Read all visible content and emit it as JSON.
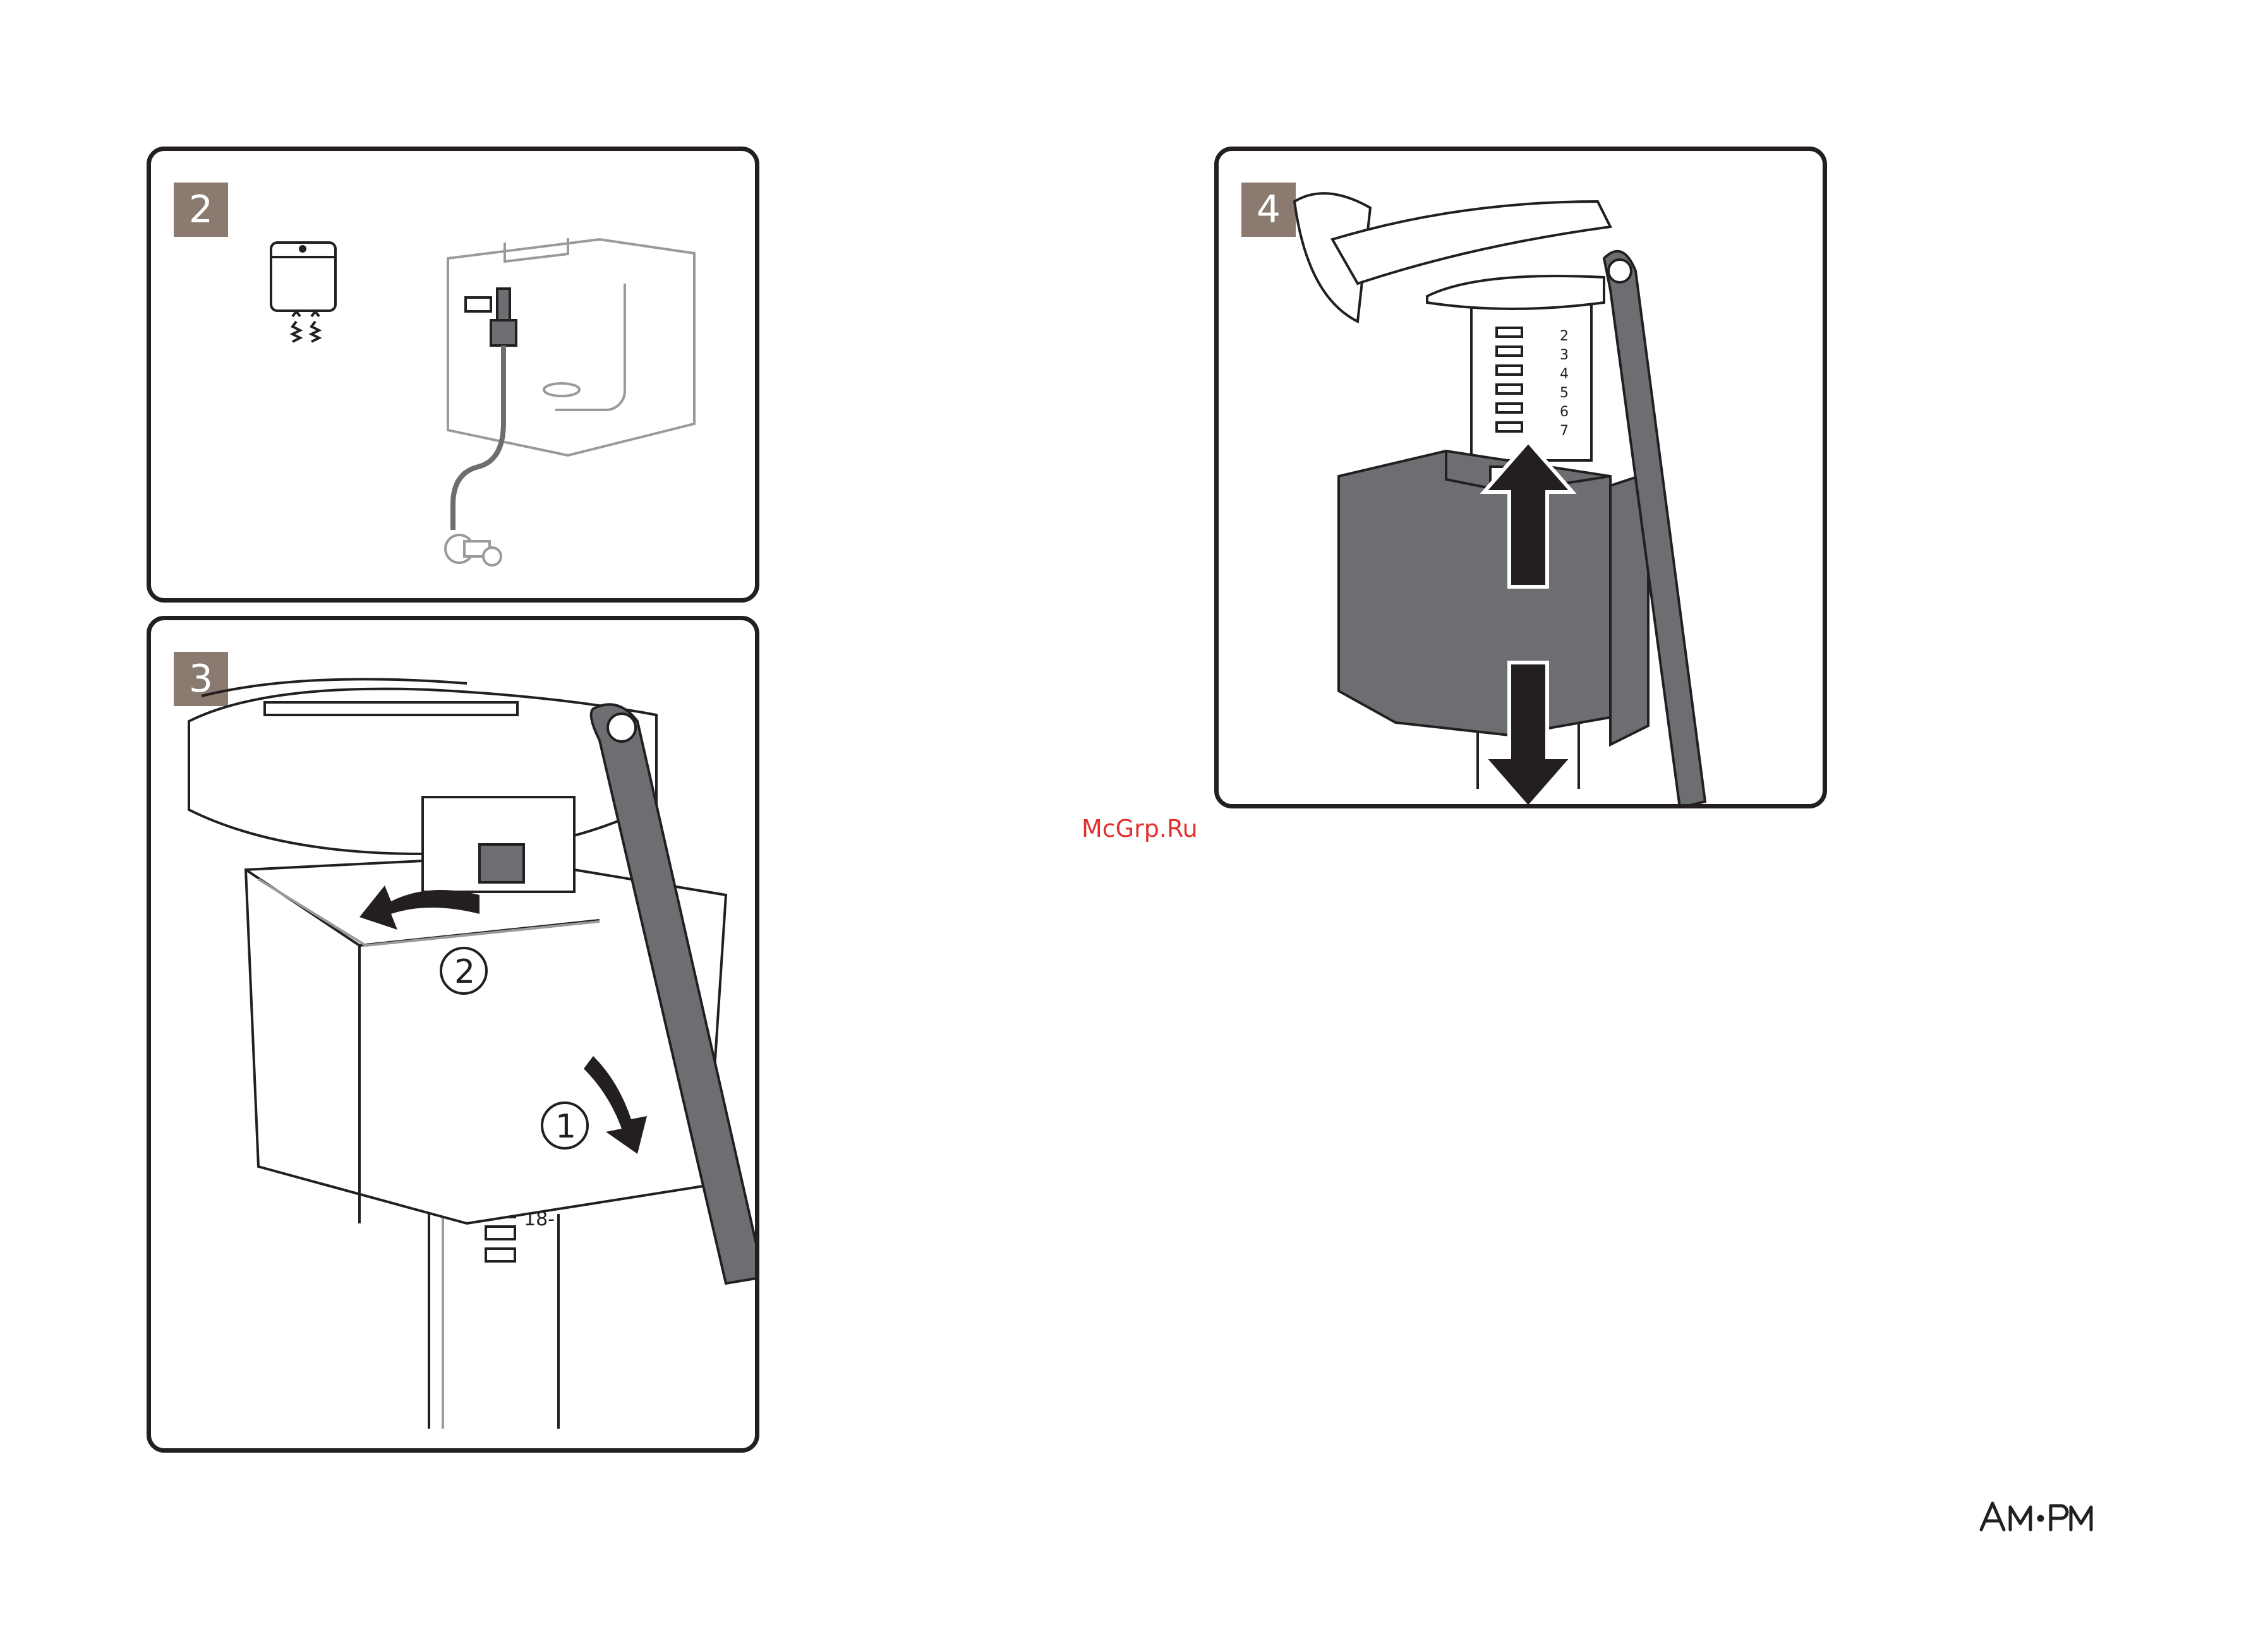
{
  "steps": [
    {
      "number": "2"
    },
    {
      "number": "3",
      "callouts": [
        "2",
        "1"
      ],
      "scale_mark": "18-"
    },
    {
      "number": "4",
      "scale_marks": [
        "2",
        "3",
        "4",
        "5",
        "6",
        "7"
      ]
    }
  ],
  "watermark": "McGrp.Ru",
  "brand_logo": "AM·PM",
  "colors": {
    "badge": "#8a7a70",
    "line": "#231f20",
    "part_grey": "#6d6e71",
    "watermark": "#e0312d"
  }
}
